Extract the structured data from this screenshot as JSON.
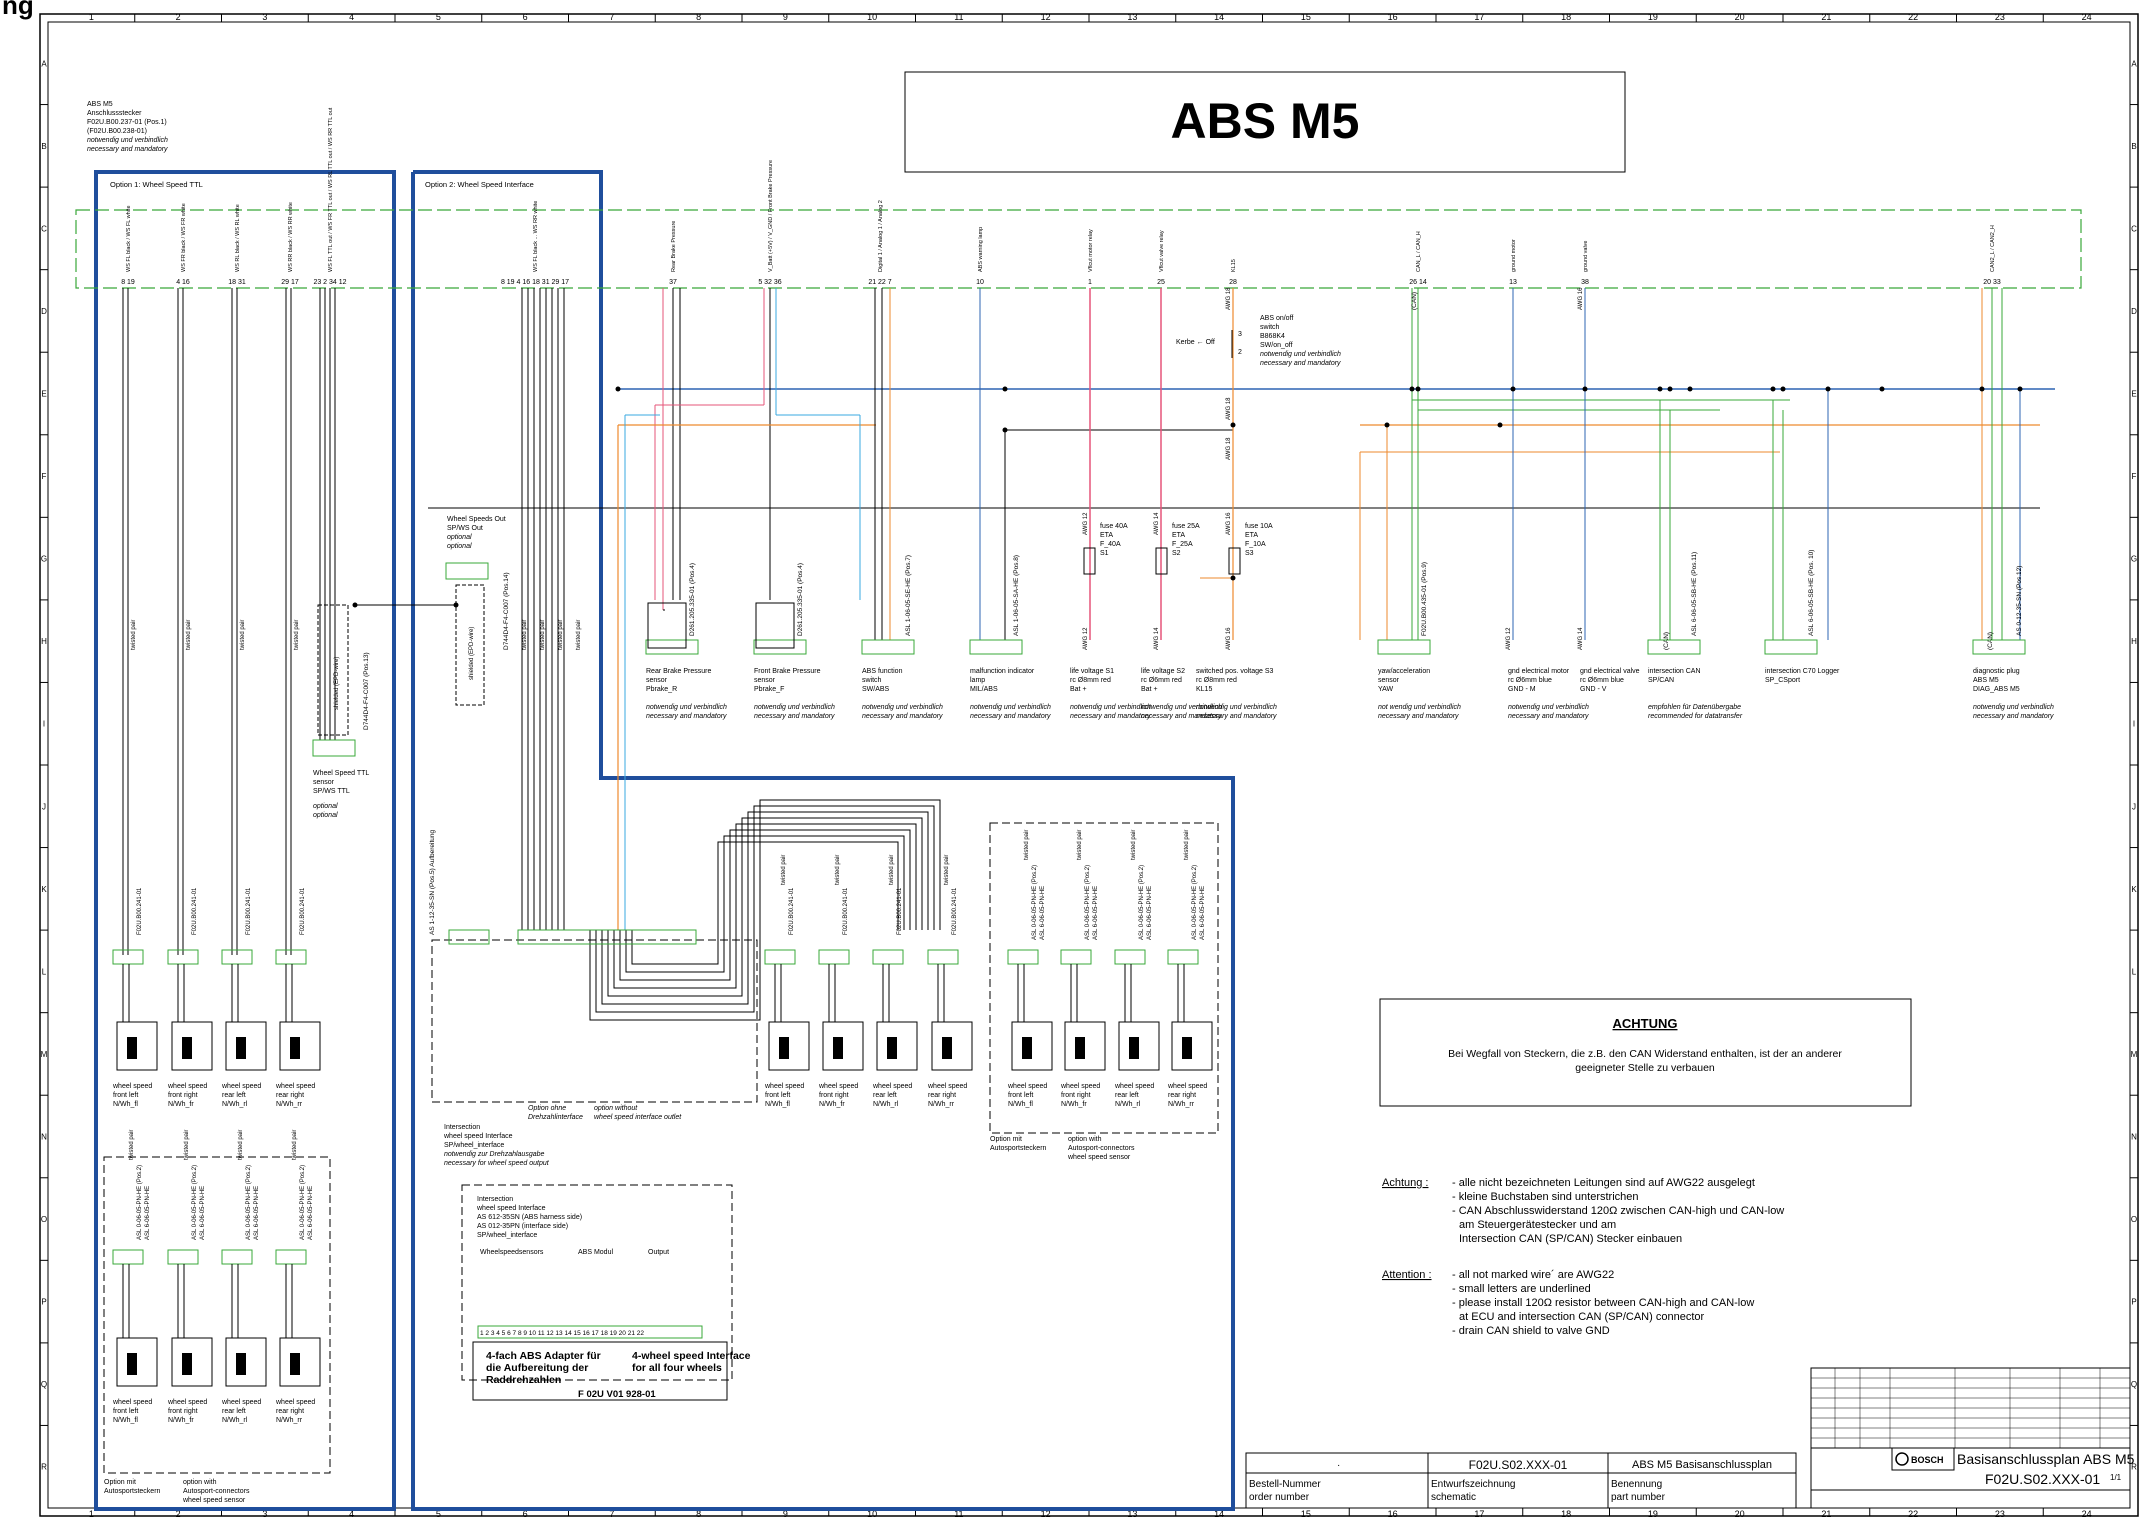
{
  "header": {
    "corner_text": "ng"
  },
  "grid": {
    "cols": [
      "1",
      "2",
      "3",
      "4",
      "5",
      "6",
      "7",
      "8",
      "9",
      "10",
      "11",
      "12",
      "13",
      "14",
      "15",
      "16",
      "17",
      "18",
      "19",
      "20",
      "21",
      "22",
      "23",
      "24"
    ],
    "rows": [
      "A",
      "B",
      "C",
      "D",
      "E",
      "F",
      "G",
      "H",
      "I",
      "J",
      "K",
      "L",
      "M",
      "N",
      "O",
      "P",
      "Q",
      "R"
    ]
  },
  "title_box": {
    "title": "ABS M5"
  },
  "connector_note": {
    "l1": "ABS M5",
    "l2": "Anschlussstecker",
    "l3": "F02U.B00.237-01 (Pos.1)",
    "l4": "(F02U.B00.238-01)",
    "l5": "notwendig und verbindlich",
    "l6": "necessary and mandatory"
  },
  "option_labels": {
    "opt1": "Option 1: Wheel Speed TTL",
    "opt2": "Option 2: Wheel Speed Interface"
  },
  "top_pins": [
    {
      "pins": "8 19",
      "sig": "WS FL black / WS FL white"
    },
    {
      "pins": "4 16",
      "sig": "WS FR black / WS FR white"
    },
    {
      "pins": "18 31",
      "sig": "WS RL black / WS RL white"
    },
    {
      "pins": "29 17",
      "sig": "WS RR black / WS RR white"
    },
    {
      "pins": "23 2 34 12",
      "sig": "WS FL TTL out / WS FR TTL out / WS RL TTL out / WS RR TTL out"
    },
    {
      "pins": "8 19 4 16 18 31 29 17",
      "sig": "WS FL black ... WS RR white"
    },
    {
      "pins": "37",
      "sig": "Rear Brake Pressure"
    },
    {
      "pins": "5 32 36",
      "sig": "V_Batt (+5V) / V_GND / Front Brake Pressure"
    },
    {
      "pins": "21 22 7",
      "sig": "Digital 1 / Analog 1 / Analog 2"
    },
    {
      "pins": "10",
      "sig": "ABS warning lamp"
    },
    {
      "pins": "1",
      "sig": "Vflcut motor relay"
    },
    {
      "pins": "25",
      "sig": "Vflcut valve relay"
    },
    {
      "pins": "28",
      "sig": "KL15"
    },
    {
      "pins": "26 14",
      "sig": "CAN_L / CAN_H"
    },
    {
      "pins": "13",
      "sig": "ground motor"
    },
    {
      "pins": "38",
      "sig": "ground valve"
    },
    {
      "pins": "20 33",
      "sig": "CAN2_L / CAN2_H"
    }
  ],
  "cable_labels": {
    "twisted": "twisted pair",
    "shielded": "shielded (EPD-wire)",
    "awg12": "AWG 12",
    "awg14": "AWG 14",
    "awg16": "AWG 16",
    "awg18": "AWG 18",
    "can": "(CAN)"
  },
  "switch_block": {
    "l1": "ABS on/off",
    "l2": "switch",
    "l3": "B868K4",
    "l4": "SW/on_off",
    "l5": "notwendig und verbindlich",
    "l6": "necessary and mandatory",
    "kerbe": "Kerbe ← Off",
    "pin3": "3",
    "pin2": "2"
  },
  "wheel_out": {
    "l1": "Wheel Speeds Out",
    "l2": "SP/WS Out",
    "l3": "optional",
    "l4": "optional",
    "part": "D744D4-F4-C007 (Pos.14)"
  },
  "ttl_sensor": {
    "l1": "Wheel Speed TTL",
    "l2": "sensor",
    "l3": "SP/WS TTL",
    "l4": "optional",
    "l5": "optional",
    "part": "D744D4-F4-C007 (Pos.13)"
  },
  "fuses": [
    {
      "l1": "fuse 40A",
      "l2": "ETA",
      "l3": "F_40A",
      "l4": "S1"
    },
    {
      "l1": "fuse 25A",
      "l2": "ETA",
      "l3": "F_25A",
      "l4": "S2"
    },
    {
      "l1": "fuse 10A",
      "l2": "ETA",
      "l3": "F_10A",
      "l4": "S3"
    }
  ],
  "devices": [
    {
      "l1": "Rear Brake Pressure",
      "l2": "sensor",
      "l3": "Pbrake_R",
      "m1": "notwendig und verbindlich",
      "m2": "necessary and mandatory",
      "part": "D261.205.335-01 (Pos.4)"
    },
    {
      "l1": "Front Brake Pressure",
      "l2": "sensor",
      "l3": "Pbrake_F",
      "m1": "notwendig und verbindlich",
      "m2": "necessary and mandatory",
      "part": "D261.205.335-01 (Pos.4)"
    },
    {
      "l1": "ABS function",
      "l2": "switch",
      "l3": "SW/ABS",
      "m1": "notwendig und verbindlich",
      "m2": "necessary and mandatory",
      "part": "ASL 1-06-05-SE-HE (Pos.7)"
    },
    {
      "l1": "malfunction indicator",
      "l2": "lamp",
      "l3": "MIL/ABS",
      "m1": "notwendig und verbindlich",
      "m2": "necessary and mandatory",
      "part": "ASL 1-06-05-SA-HE (Pos.8)"
    },
    {
      "l1": "life voltage S1",
      "l2": "rc Ø8mm red",
      "l3": "Bat +",
      "m1": "notwendig und verbindlich",
      "m2": "necessary and mandatory",
      "part": ""
    },
    {
      "l1": "life voltage S2",
      "l2": "rc Ø6mm red",
      "l3": "Bat +",
      "m1": "notwendig und verbindlich",
      "m2": "necessary and mandatory",
      "part": ""
    },
    {
      "l1": "switched pos. voltage S3",
      "l2": "rc Ø8mm red",
      "l3": "KL15",
      "m1": "notwendig und verbindlich",
      "m2": "necessary and mandatory",
      "part": ""
    },
    {
      "l1": "yaw/acceleration",
      "l2": "sensor",
      "l3": "YAW",
      "m1": "not wendig und verbindlich",
      "m2": "necessary and mandatory",
      "part": "F02U.B00.435-01 (Pos.9)"
    },
    {
      "l1": "gnd electrical motor",
      "l2": "rc Ø6mm blue",
      "l3": "GND - M",
      "m1": "notwendig und verbindlich",
      "m2": "necessary and mandatory",
      "part": ""
    },
    {
      "l1": "gnd electrical valve",
      "l2": "rc Ø6mm blue",
      "l3": "GND - V",
      "m1": "",
      "m2": "",
      "part": ""
    },
    {
      "l1": "intersection CAN",
      "l2": "SP/CAN",
      "l3": "",
      "m1": "empfohlen für Datenübergabe",
      "m2": "recommended for datatransfer",
      "part": "ASL 6-06-05-SB-HE (Pos.11)"
    },
    {
      "l1": "intersection C70 Logger",
      "l2": "SP_CSport",
      "l3": "",
      "m1": "",
      "m2": "",
      "part": "ASL 6-06-05-SB-HE (Pos. 10)"
    },
    {
      "l1": "diagnostic plug",
      "l2": "ABS M5",
      "l3": "DIAG_ABS M5",
      "m1": "notwendig und verbindlich",
      "m2": "necessary and mandatory",
      "part": "AS 0-12-35-SN (Pos.12)"
    }
  ],
  "wheels_opt1": [
    {
      "l1": "wheel speed",
      "l2": "front left",
      "l3": "N/Wh_fl"
    },
    {
      "l1": "wheel speed",
      "l2": "front right",
      "l3": "N/Wh_fr"
    },
    {
      "l1": "wheel speed",
      "l2": "rear left",
      "l3": "N/Wh_rl"
    },
    {
      "l1": "wheel speed",
      "l2": "rear right",
      "l3": "N/Wh_rr"
    }
  ],
  "wheel_parts": {
    "a": "F02U.B00.241-01",
    "b": "ASL 0-06-05-PN-HE (Pos.2)",
    "c": "ASL 6-06-05-PN-HE"
  },
  "opt1_bottom_note": {
    "l1": "Option mit",
    "l2": "Autosportsteckern",
    "r1": "option with",
    "r2": "Autosport-connectors",
    "r3": "wheel speed sensor"
  },
  "intersection_note": {
    "l1": "Intersection",
    "l2": "wheel speed Interface",
    "l3": "SP/wheel_interface",
    "l4": "notwendig zur Drehzahlausgabe",
    "l5": "necessary for wheel speed output",
    "ohne1": "Option ohne",
    "ohne2": "Drehzahlinterface",
    "without1": "option without",
    "without2": "wheel speed interface outlet",
    "part": "AS 1-12-35-SN (Pos.5) Aufbereitung"
  },
  "adapter_box": {
    "l1": "Intersection",
    "l2": "wheel speed Interface",
    "l3": "AS 612-35SN (ABS harness side)",
    "l4": "AS 012-35PN (interface side)",
    "l5": "SP/wheel_interface",
    "g1": "Wheelspeedsensors",
    "g2": "ABS Modul",
    "g3": "Output",
    "pins": "1 2 3 4 5 6 7 8   9 10 11 12 13 14 15 16 17 18 19   20 21 22",
    "de1": "4-fach  ABS Adapter für",
    "de2": "die Aufbereitung der",
    "de3": "Raddrehzahlen",
    "en1": "4-wheel speed Interface",
    "en2": "for all four wheels",
    "part": "F 02U V01 928-01"
  },
  "achtung_box": {
    "title": "ACHTUNG",
    "l1": "Bei Wegfall von Steckern, die z.B. den CAN Widerstand enthalten, ist der an anderer",
    "l2": "geeigneter Stelle zu verbauen"
  },
  "notes_de": {
    "label": "Achtung :",
    "l1": "- alle nicht bezeichneten Leitungen sind auf AWG22 ausgelegt",
    "l2": "- kleine Buchstaben sind unterstrichen",
    "l3": "- CAN Abschlusswiderstand 120Ω zwischen CAN-high und CAN-low",
    "l4": "am Steuergerätestecker und am",
    "l5": "Intersection CAN (SP/CAN) Stecker einbauen"
  },
  "notes_en": {
    "label": "Attention :",
    "l1": "- all not marked wire´ are AWG22",
    "l2": "- small letters are underlined",
    "l3": "- please install 120Ω resistor between CAN-high and CAN-low",
    "l4": "at ECU and intersection CAN (SP/CAN) connector",
    "l5": "- drain CAN shield to valve GND"
  },
  "title_block": {
    "dot": "·",
    "order_no": "F02U.S02.XXX-01",
    "bestell": "Bestell-Nummer",
    "order": "order number",
    "entwurf": "Entwurfszeichnung",
    "schematic": "schematic",
    "benennung": "Benennung",
    "partnr": "part number",
    "plan": "ABS M5 Basisanschlussplan",
    "right_title": "Basisanschlussplan ABS M5",
    "right_no": "F02U.S02.XXX-01",
    "bosch": "BOSCH",
    "sheet": "1/1"
  }
}
